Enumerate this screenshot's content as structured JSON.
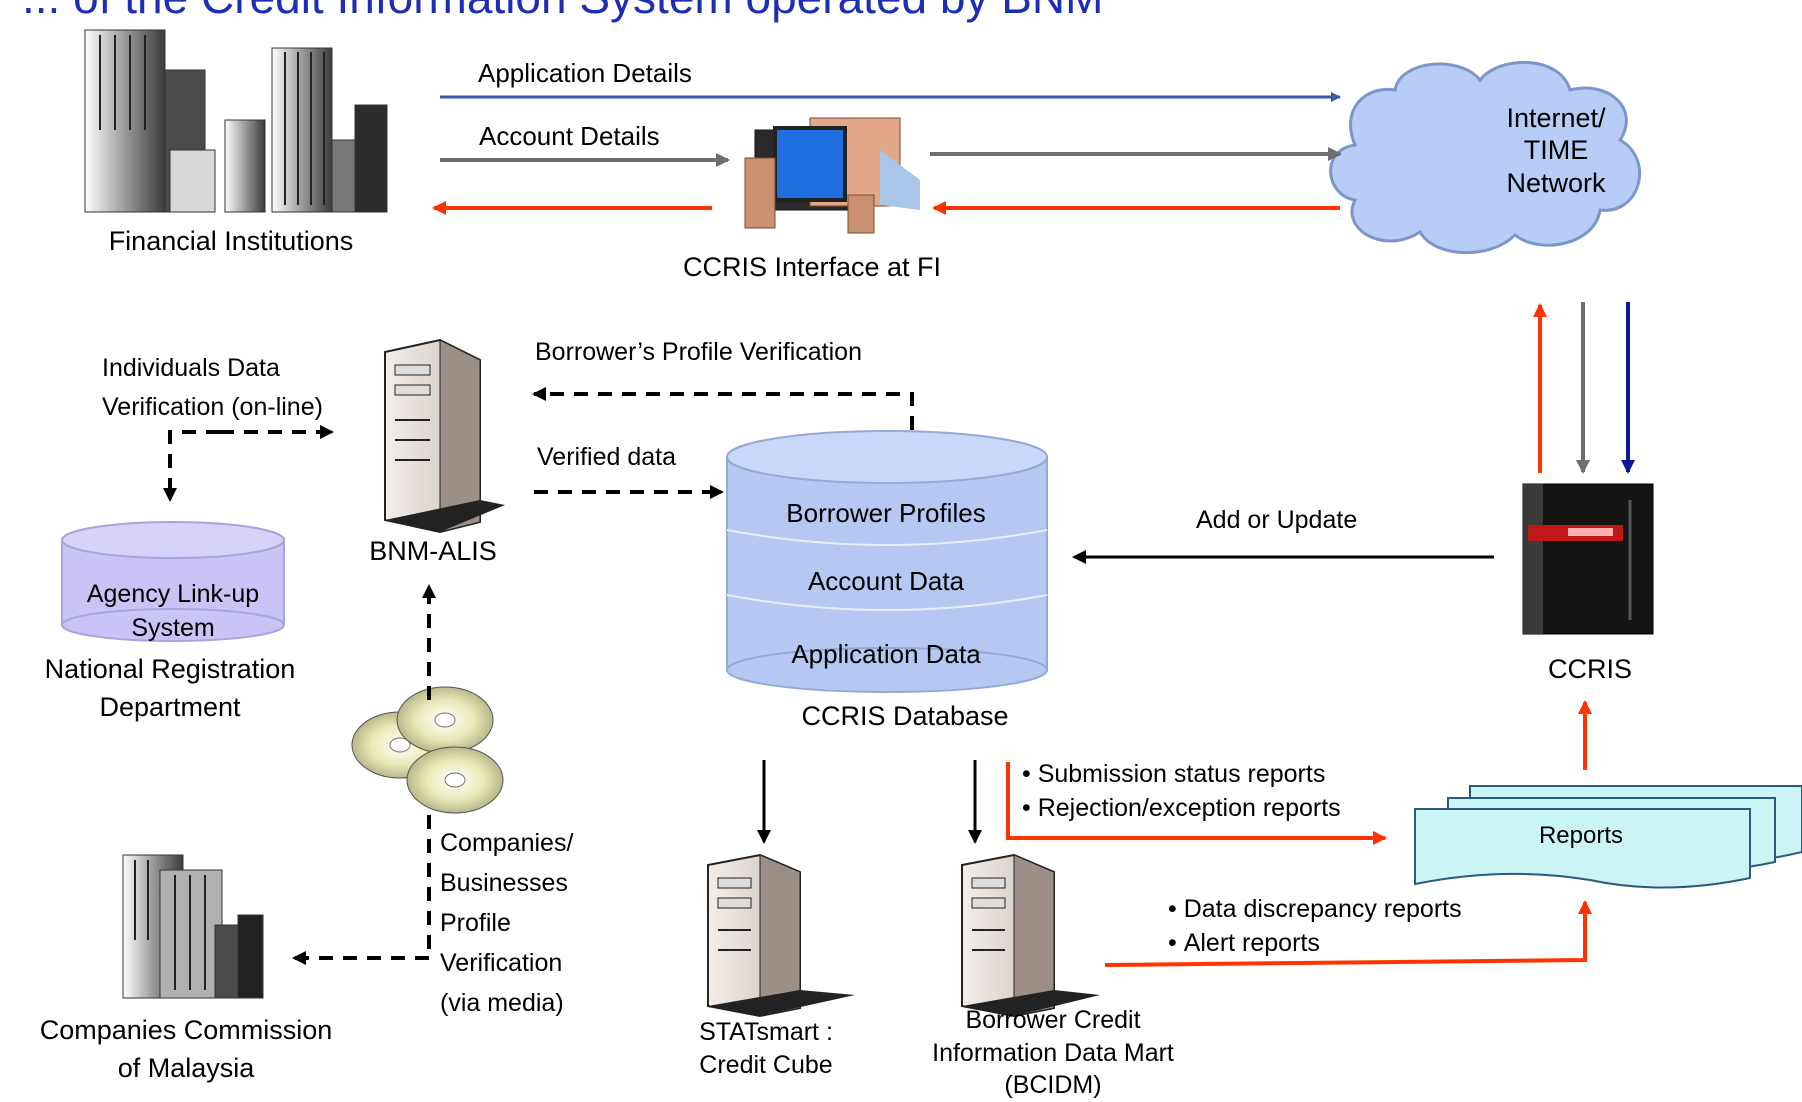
{
  "title": "... of the Credit Information System operated by BNM",
  "nodes": {
    "financial_institutions": "Financial Institutions",
    "ccris_interface": "CCRIS Interface at FI",
    "internet_line1": "Internet/",
    "internet_line2": "TIME",
    "internet_line3": "Network",
    "bnm_alis": "BNM-ALIS",
    "agency_line1": "Agency Link-up",
    "agency_line2": "System",
    "nrd_line1": "National Registration",
    "nrd_line2": "Department",
    "ccris": "CCRIS",
    "db_borrower": "Borrower Profiles",
    "db_account": "Account Data",
    "db_application": "Application Data",
    "ccris_database": "CCRIS Database",
    "reports": "Reports",
    "statsmart_line1": "STATsmart :",
    "statsmart_line2": "Credit Cube",
    "bcidm_line1": "Borrower Credit",
    "bcidm_line2": "Information Data Mart",
    "bcidm_line3": "(BCIDM)",
    "ccm_line1": "Companies Commission",
    "ccm_line2": "of Malaysia"
  },
  "flows": {
    "application_details": "Application Details",
    "account_details": "Account Details",
    "indiv_line1": "Individuals Data",
    "indiv_line2": "Verification (on-line)",
    "borrower_profile_verification": "Borrower’s Profile Verification",
    "verified_data": "Verified data",
    "add_or_update": "Add or Update",
    "submission_status": "Submission status reports",
    "rejection_exception": "Rejection/exception reports",
    "data_discrepancy": "Data discrepancy reports",
    "alert_reports": "Alert reports",
    "companies_line1": "Companies/",
    "companies_line2": "Businesses",
    "companies_line3": "Profile",
    "companies_line4": "Verification",
    "companies_line5": "(via media)"
  },
  "colors": {
    "blue_arrow": "#3a5aa8",
    "dark_blue_arrow": "#0a1a9a",
    "gray_arrow": "#6e6e6e",
    "red_arrow": "#ff3300",
    "cloud_fill": "#b7cdf5",
    "db_fill": "#b4c8f2",
    "agency_fill": "#c9c4f5",
    "reports_fill": "#cbf5f5"
  }
}
